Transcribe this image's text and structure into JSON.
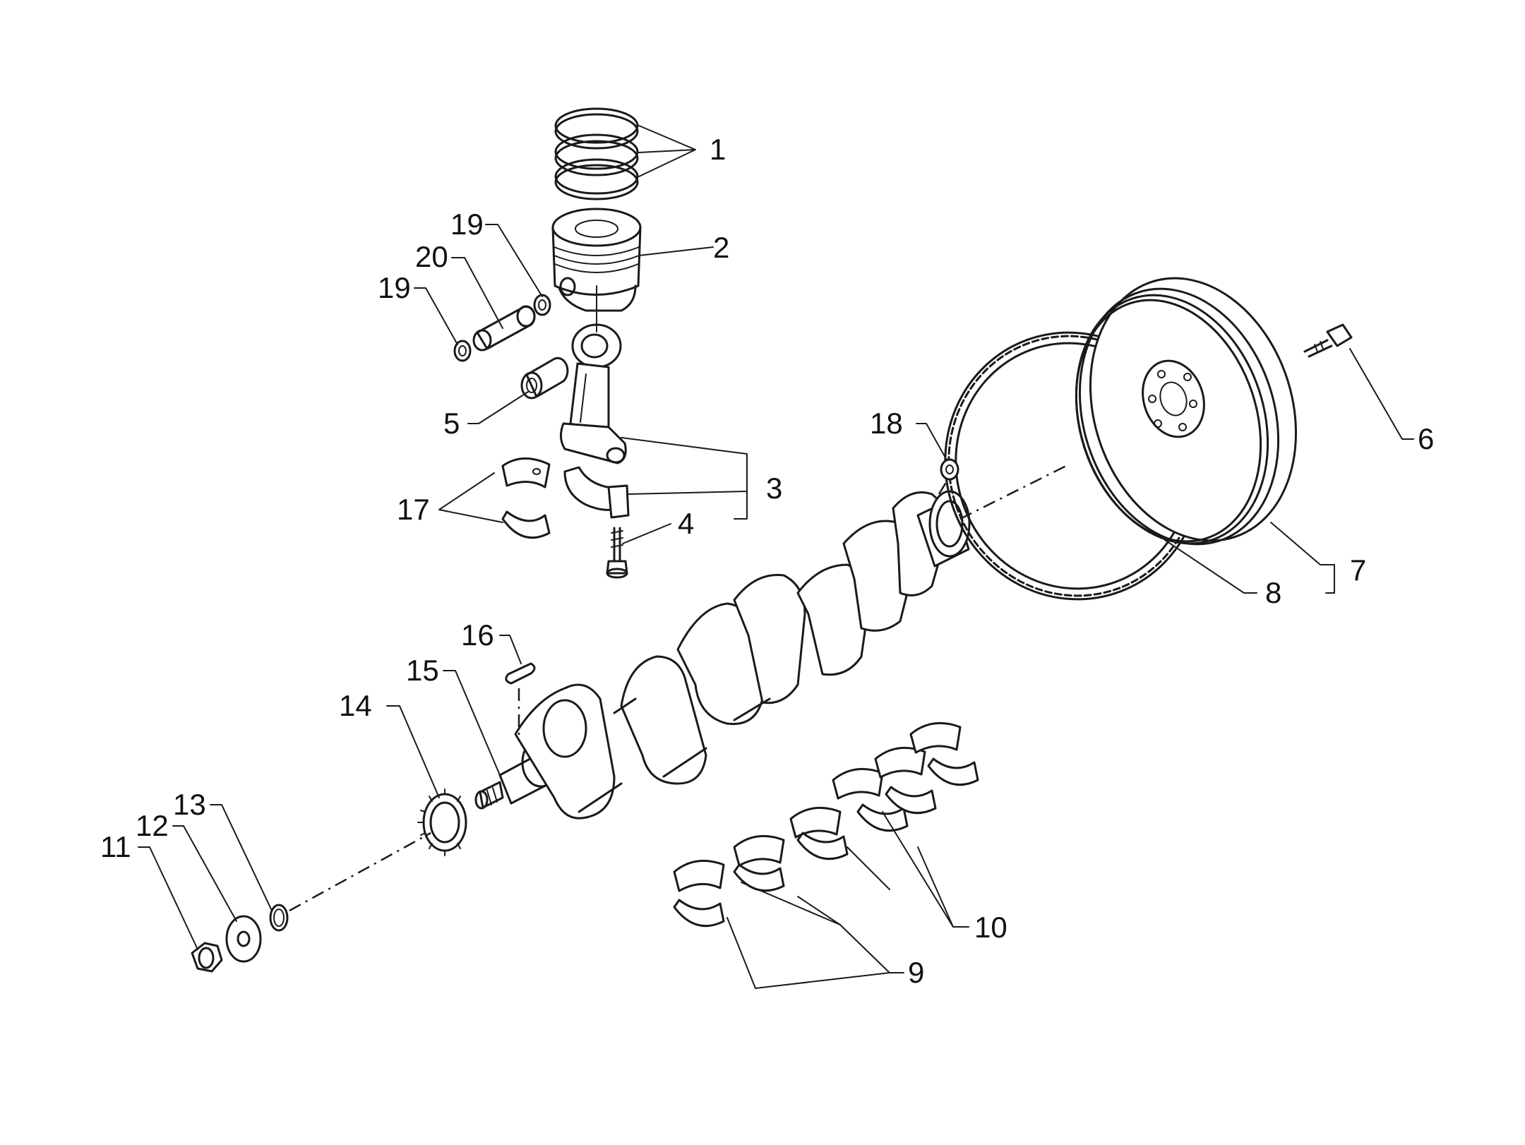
{
  "labels": {
    "l1": "1",
    "l2": "2",
    "l3": "3",
    "l4": "4",
    "l5": "5",
    "l6": "6",
    "l7": "7",
    "l8": "8",
    "l9": "9",
    "l10": "10",
    "l11": "11",
    "l12": "12",
    "l13": "13",
    "l14": "14",
    "l15": "15",
    "l16": "16",
    "l17": "17",
    "l18": "18",
    "l19a": "19",
    "l19b": "19",
    "l20": "20"
  }
}
